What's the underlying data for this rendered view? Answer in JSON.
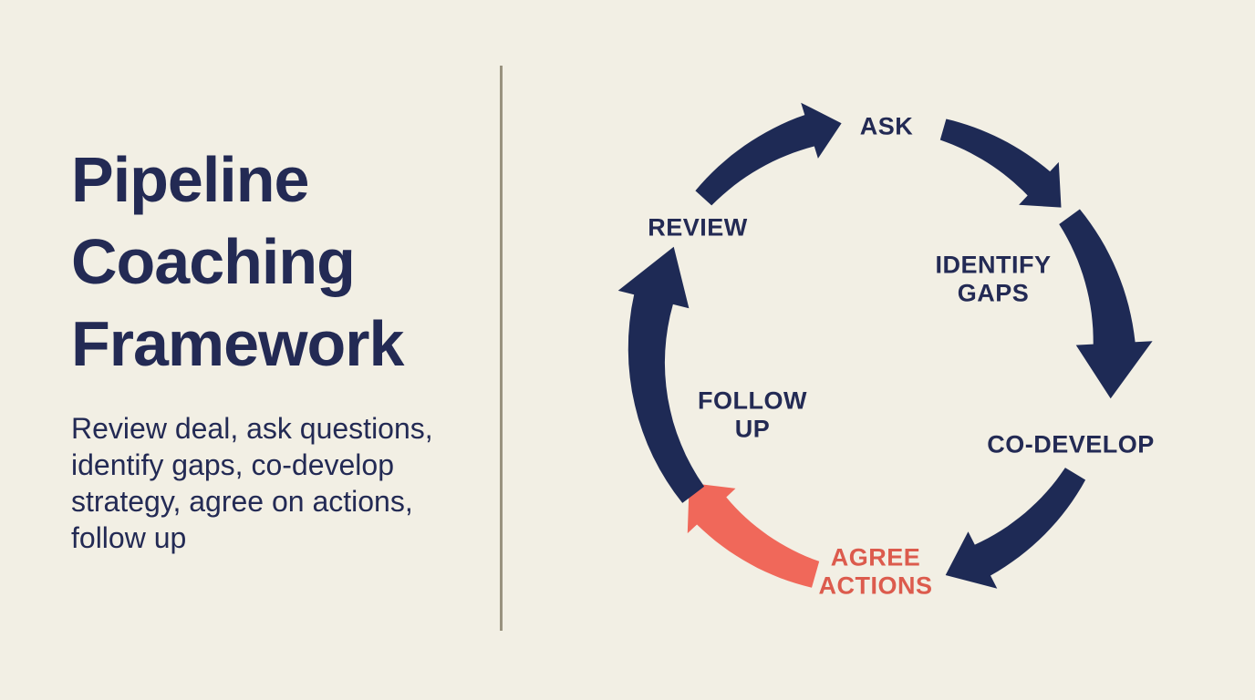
{
  "page": {
    "background_color": "#f2efe4",
    "divider_color": "#99927f"
  },
  "left_panel": {
    "title": "Pipeline\nCoaching\nFramework",
    "subtitle": "Review deal, ask questions,\nidentify gaps, co-develop\nstrategy, agree on actions,\nfollow up",
    "text_color": "#232a54"
  },
  "diagram": {
    "type": "cycle",
    "direction": "clockwise",
    "steps": [
      {
        "id": "ask",
        "label": "ASK",
        "color": "#232a54"
      },
      {
        "id": "identify-gaps",
        "label": "IDENTIFY\nGAPS",
        "color": "#232a54"
      },
      {
        "id": "co-develop",
        "label": "CO-DEVELOP",
        "color": "#232a54"
      },
      {
        "id": "agree-actions",
        "label": "AGREE\nACTIONS",
        "color": "#dc5b4d"
      },
      {
        "id": "follow-up",
        "label": "FOLLOW\nUP",
        "color": "#232a54"
      },
      {
        "id": "review",
        "label": "REVIEW",
        "color": "#232a54"
      }
    ],
    "arrows": [
      {
        "from": "review",
        "to": "ask",
        "color": "#1e2a55"
      },
      {
        "from": "ask",
        "to": "identify-gaps",
        "color": "#1e2a55"
      },
      {
        "from": "identify-gaps",
        "to": "co-develop",
        "color": "#1e2a55"
      },
      {
        "from": "co-develop",
        "to": "agree-actions",
        "color": "#1e2a55"
      },
      {
        "from": "agree-actions",
        "to": "follow-up",
        "color": "#f0685a"
      },
      {
        "from": "follow-up",
        "to": "review",
        "color": "#1e2a55"
      }
    ]
  }
}
